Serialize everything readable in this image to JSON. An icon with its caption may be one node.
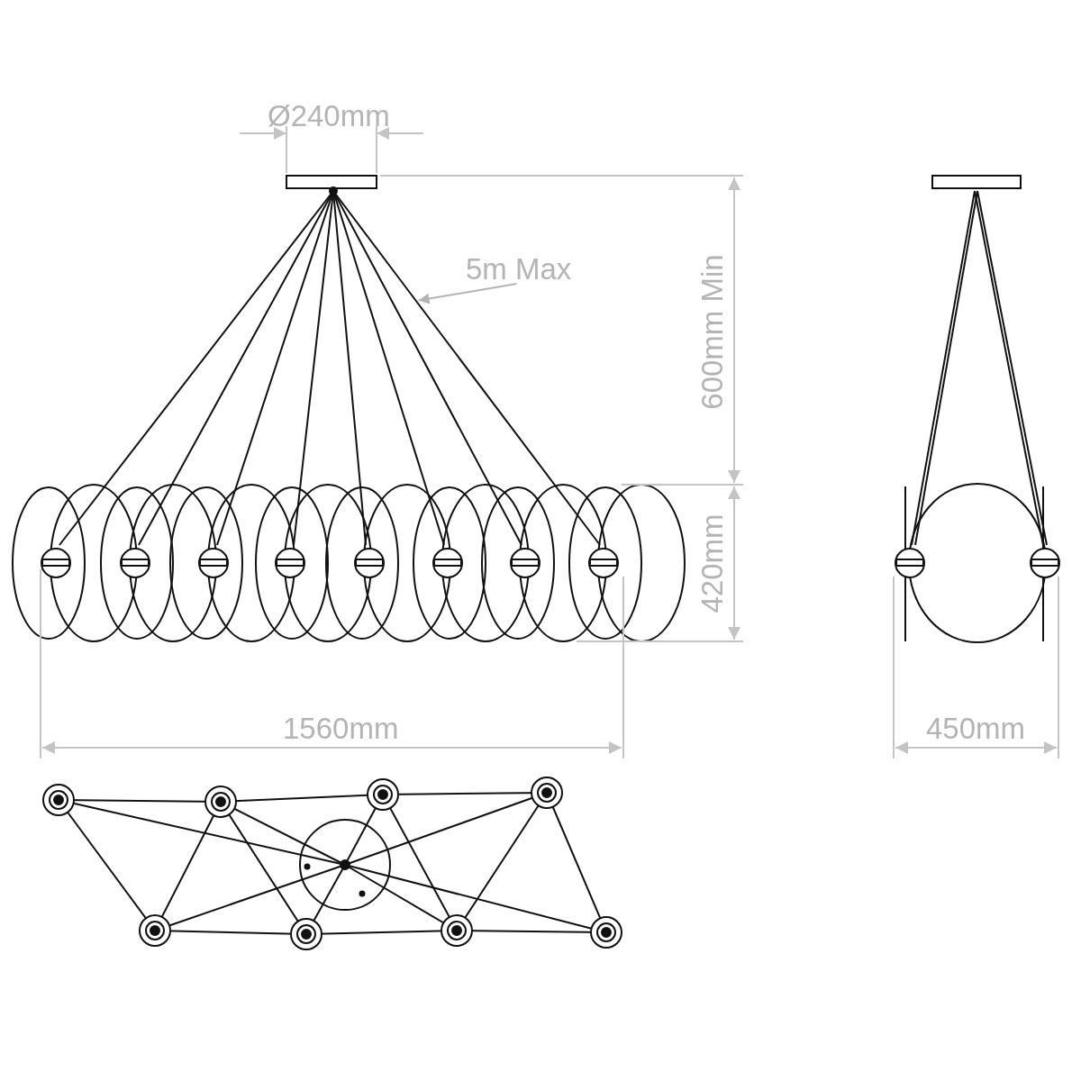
{
  "diagram": {
    "nodes": [
      {
        "text": [
          "5m Max"
        ]
      },
      {
        "text": [],
        "shape": "cable"
      }
    ],
    "edges": [
      {
        "from": 0,
        "to": 1,
        "arrow": "to"
      }
    ],
    "labels": [
      "Ø240mm",
      "600mm Min",
      "420mm",
      "1560mm",
      "450mm"
    ]
  }
}
